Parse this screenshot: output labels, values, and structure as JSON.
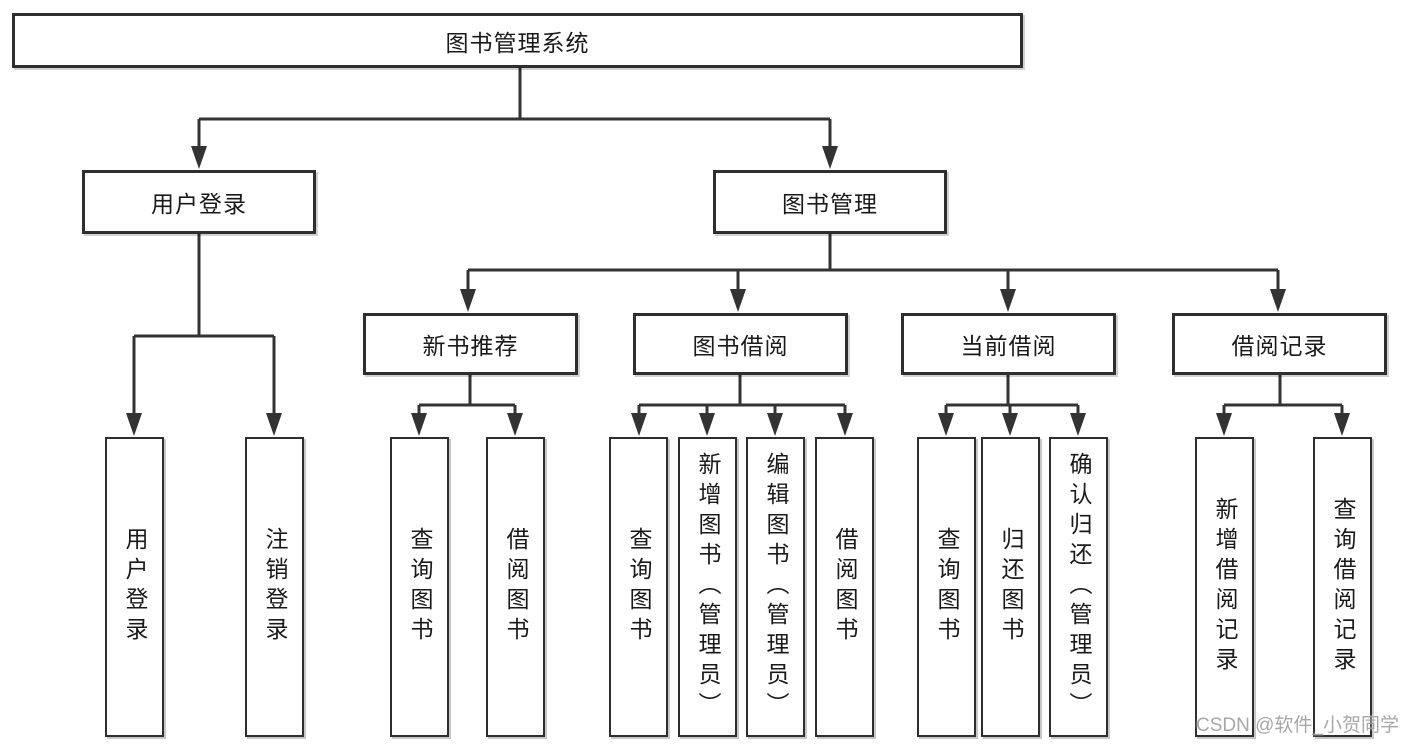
{
  "root": {
    "label": "图书管理系统"
  },
  "level1": [
    {
      "label": "用户登录"
    },
    {
      "label": "图书管理"
    }
  ],
  "level2": [
    {
      "label": "新书推荐"
    },
    {
      "label": "图书借阅"
    },
    {
      "label": "当前借阅"
    },
    {
      "label": "借阅记录"
    }
  ],
  "leaves": {
    "user": [
      {
        "label": "用户登录"
      },
      {
        "label": "注销登录"
      }
    ],
    "recommend": [
      {
        "label": "查询图书"
      },
      {
        "label": "借阅图书"
      }
    ],
    "borrow": [
      {
        "label": "查询图书"
      },
      {
        "label": "新增图书（管理员）"
      },
      {
        "label": "编辑图书（管理员）"
      },
      {
        "label": "借阅图书"
      }
    ],
    "current": [
      {
        "label": "查询图书"
      },
      {
        "label": "归还图书"
      },
      {
        "label": "确认归还（管理员）"
      }
    ],
    "records": [
      {
        "label": "新增借阅记录"
      },
      {
        "label": "查询借阅记录"
      }
    ]
  },
  "watermark": {
    "text": "CSDN @软件_小贺同学"
  },
  "colors": {
    "line": "#333333",
    "box_border": "#2e2e2e",
    "text": "#1a1a1a",
    "watermark": "#9e9e9e",
    "background": "#ffffff"
  }
}
